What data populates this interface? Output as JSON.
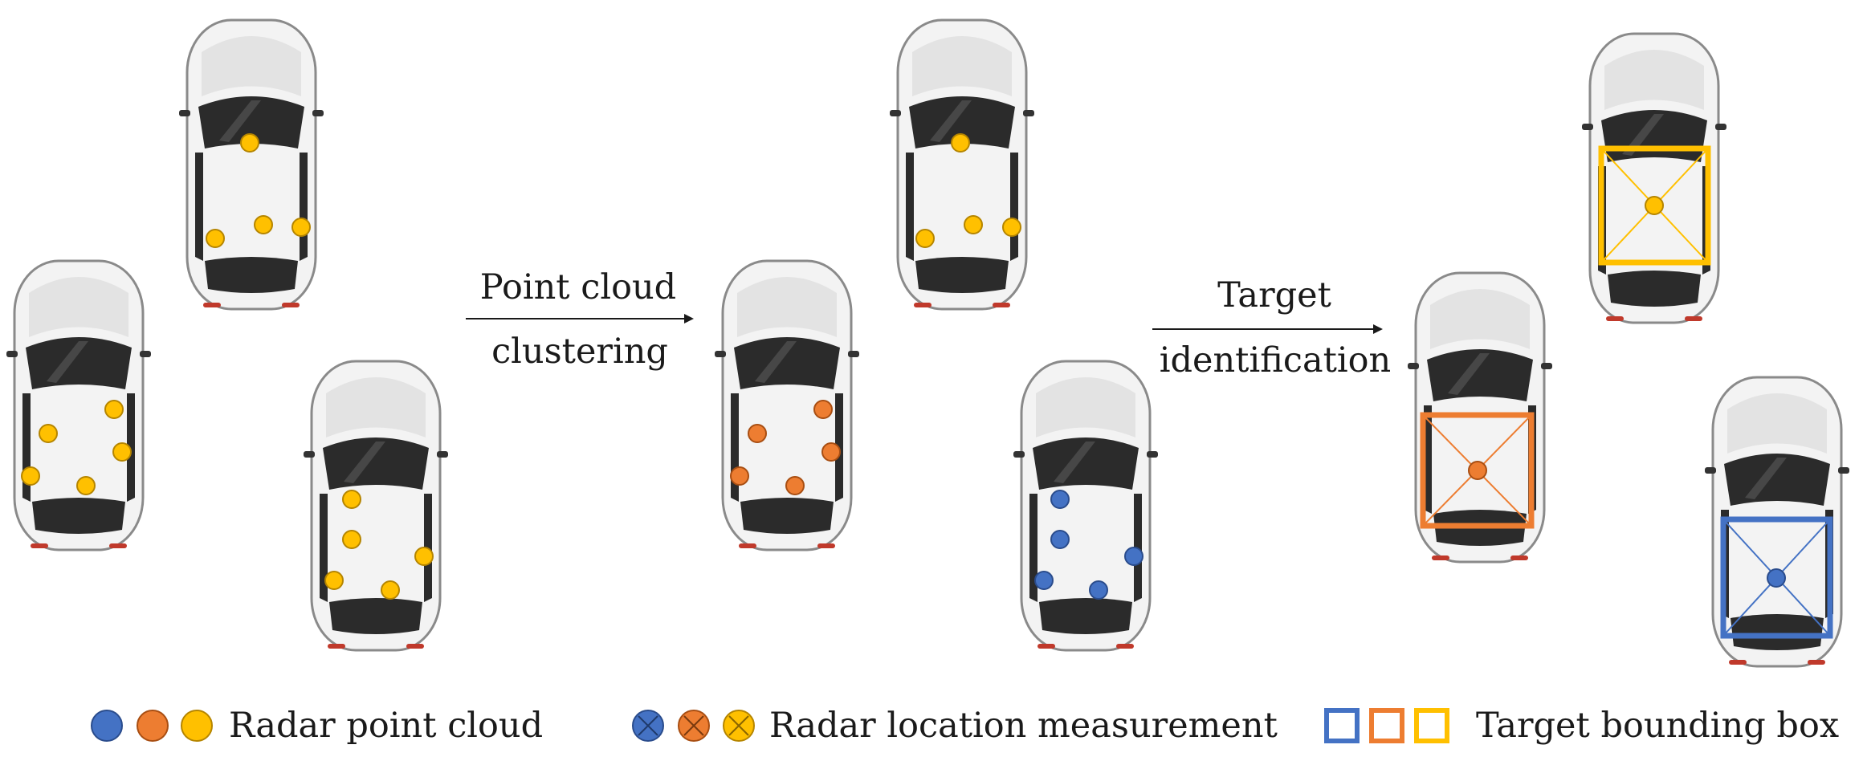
{
  "colors": {
    "blue": "#4472C4",
    "orange": "#ED7D31",
    "yellow": "#FFC000",
    "car_body": "#f1f1f1",
    "car_glass": "#2b2b2b",
    "text": "#1a1a1a"
  },
  "stages": {
    "raw_points": "radar point cloud on vehicles",
    "clustered": "clustered point cloud per vehicle",
    "targets": "identified targets with bounding boxes"
  },
  "arrows": [
    {
      "line1": "Point cloud",
      "line2": "clustering"
    },
    {
      "line1": "Target",
      "line2": "identification"
    }
  ],
  "legend": {
    "point_cloud": "Radar point cloud",
    "location_measurement": "Radar location measurement",
    "bounding_box": "Target bounding box"
  }
}
